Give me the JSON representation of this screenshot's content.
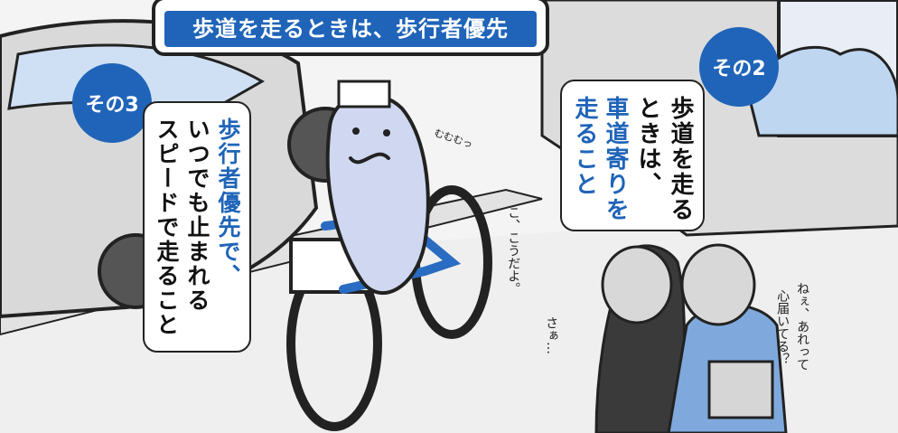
{
  "title": "歩道を走るときは、歩行者優先",
  "badges": {
    "left": "その3",
    "right": "その2"
  },
  "bubble_right": {
    "col1": "歩道を走る",
    "col2": "ときは、",
    "col3": "車道寄りを",
    "col4": "走ること"
  },
  "bubble_left": {
    "col1": "歩行者優先で、",
    "col2": "いつでも止まれる",
    "col3": "スピードで走ること"
  },
  "thoughts": {
    "mascot": "こ、こうだよ。",
    "boy_left": "さぁ…",
    "boy_right_1": "ねぇ、あれって",
    "boy_right_2": "心届いてる？"
  },
  "sfx": "むむむっ",
  "colors": {
    "brand_blue": "#1f64b8",
    "outline": "#222222",
    "mascot_body": "#cfd8f0"
  }
}
